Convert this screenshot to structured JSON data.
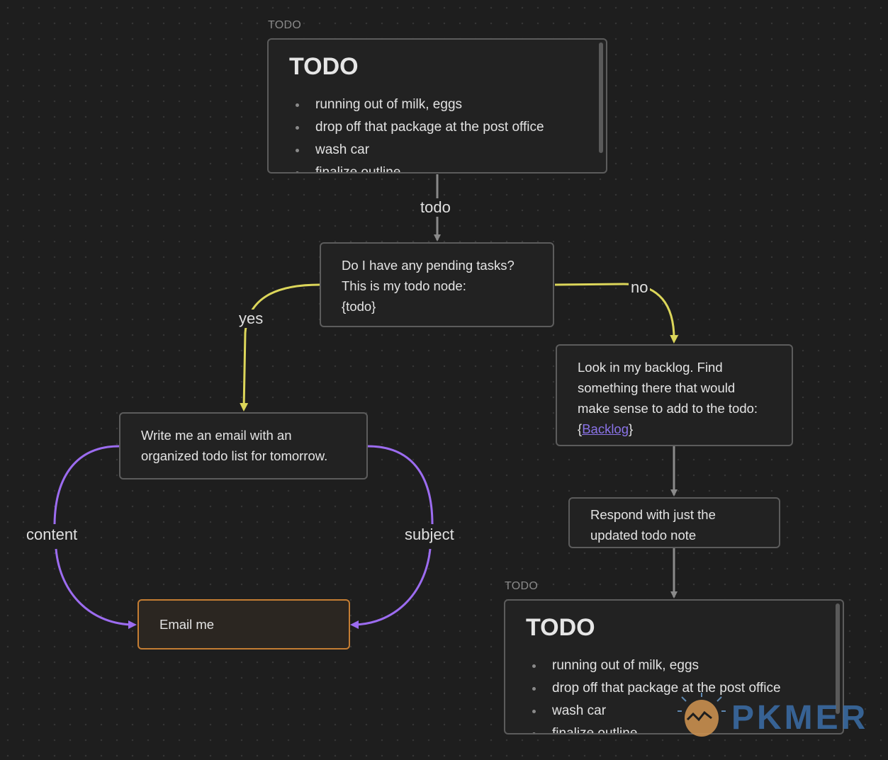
{
  "colors": {
    "gray_edge": "#8a8a8a",
    "yellow_edge": "#dcd65a",
    "purple_edge": "#9c6cf0",
    "email_border": "#c47d33",
    "link": "#8a73e8"
  },
  "top_note": {
    "node_title": "TODO",
    "heading": "TODO",
    "items": [
      "running out of milk, eggs",
      "drop off that package at the post office",
      "wash car",
      "finalize outline"
    ]
  },
  "edges": {
    "todo": "todo",
    "yes": "yes",
    "no": "no",
    "content": "content",
    "subject": "subject"
  },
  "question_node": {
    "lines": [
      "Do I have any pending tasks?",
      "This is my todo node:",
      "{todo}"
    ]
  },
  "email_write_node": {
    "lines": [
      "Write me an email with an",
      "organized todo list for tomorrow."
    ]
  },
  "backlog_node": {
    "lines": [
      "Look in my backlog. Find",
      "something there that would",
      "make sense to add to the todo:"
    ],
    "brace_open": "{",
    "link_text": "Backlog",
    "brace_close": "}"
  },
  "respond_node": {
    "lines": [
      "Respond with just the",
      "updated todo note"
    ]
  },
  "email_me_node": {
    "label": "Email me"
  },
  "bottom_note": {
    "node_title": "TODO",
    "heading": "TODO",
    "items": [
      "running out of milk, eggs",
      "drop off that package at the post office",
      "wash car",
      "finalize outline"
    ]
  },
  "brand": {
    "text": "PKMER",
    "icon": "pkmer-logo-icon"
  }
}
